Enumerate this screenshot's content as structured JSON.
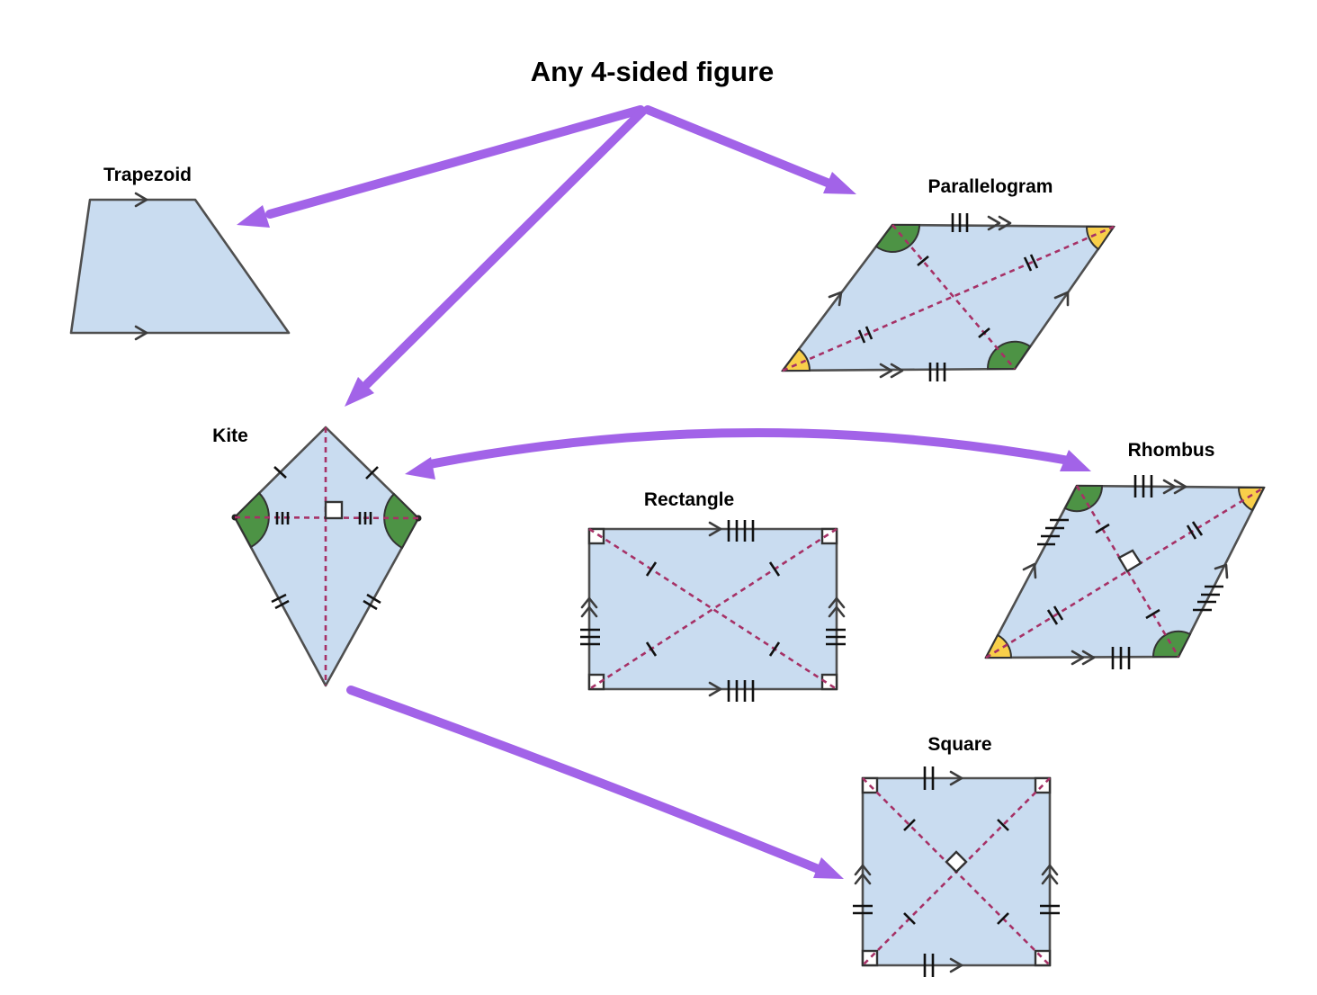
{
  "diagram": {
    "title": "Any 4-sided figure",
    "nodes": [
      {
        "id": "trapezoid",
        "label": "Trapezoid"
      },
      {
        "id": "parallelogram",
        "label": "Parallelogram"
      },
      {
        "id": "kite",
        "label": "Kite"
      },
      {
        "id": "rectangle",
        "label": "Rectangle"
      },
      {
        "id": "rhombus",
        "label": "Rhombus"
      },
      {
        "id": "square",
        "label": "Square"
      }
    ],
    "edges": [
      {
        "from": "any-4-sided-figure",
        "to": "trapezoid",
        "style": "arrow"
      },
      {
        "from": "any-4-sided-figure",
        "to": "kite",
        "style": "arrow"
      },
      {
        "from": "any-4-sided-figure",
        "to": "parallelogram",
        "style": "arrow"
      },
      {
        "from": "kite",
        "to": "rhombus",
        "style": "double-arrow"
      },
      {
        "from": "kite",
        "to": "square",
        "style": "arrow"
      }
    ],
    "colors": {
      "arrow": "#a263e8",
      "shape_fill": "#c9dcf0",
      "shape_stroke": "#4f4f4f",
      "diagonal_dash": "#a63166",
      "angle_green": "#4d9345",
      "angle_yellow": "#f8cf4a",
      "tick": "#111111"
    }
  }
}
